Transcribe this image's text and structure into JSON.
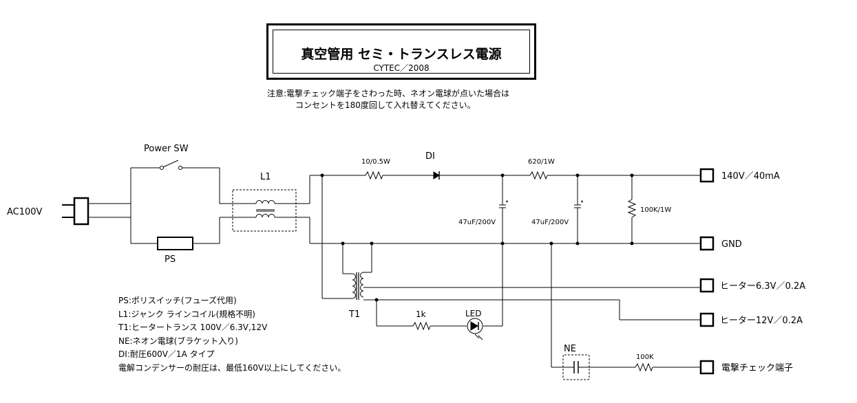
{
  "title": {
    "main": "真空管用 セミ・トランスレス電源",
    "sub": "CYTEC／2008"
  },
  "note": {
    "line1": "注意:電撃チェック端子をさわった時、ネオン電球が点いた場合は",
    "line2": "コンセントを180度回して入れ替えてください。"
  },
  "labels": {
    "ac_input": "AC100V",
    "power_sw": "Power SW",
    "ps": "PS",
    "l1": "L1",
    "r_10": "10/0.5W",
    "di": "DI",
    "r_620": "620/1W",
    "c1": "47uF/200V",
    "c2": "47uF/200V",
    "r_100k_bleeder": "100K/1W",
    "t1": "T1",
    "r_1k": "1k",
    "led": "LED",
    "ne": "NE",
    "r_100k": "100K"
  },
  "terminals": {
    "b_plus": "140V／40mA",
    "gnd": "GND",
    "heater_6v": "ヒーター6.3V／0.2A",
    "heater_12v": "ヒーター12V／0.2A",
    "shock_check": "電撃チェック端子"
  },
  "legend": [
    "PS:ポリスイッチ(フューズ代用)",
    "L1:ジャンク ラインコイル(規格不明)",
    "T1:ヒータートランス 100V／6.3V,12V",
    "NE:ネオン電球(ブラケット入り)",
    "DI:耐圧600V／1A タイプ",
    "電解コンデンサーの耐圧は、最低160V以上にしてください。"
  ]
}
